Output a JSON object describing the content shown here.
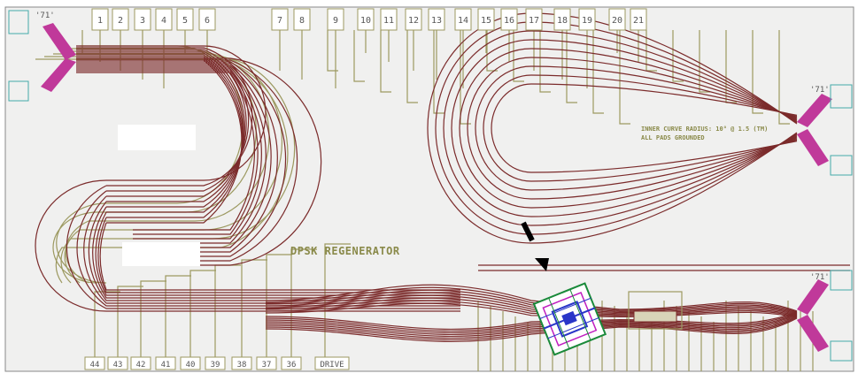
{
  "colors": {
    "background": "#ffffff",
    "chip": "#f0f0ef",
    "waveguide": "#7b2b2b",
    "electrode": "#9c9960",
    "coupler": "#c0399a",
    "pad_fill": "#ffffff",
    "device_green": "#1a8a3a",
    "device_blue": "#2a36c8",
    "device_magenta": "#c020c0",
    "arrow": "#000000"
  },
  "top_pad_labels": [
    "1",
    "2",
    "3",
    "4",
    "5",
    "6",
    "7",
    "8",
    "9",
    "10",
    "11",
    "12",
    "13",
    "14",
    "15",
    "16",
    "17",
    "18",
    "19",
    "20",
    "21"
  ],
  "bottom_pad_labels": [
    "44",
    "43",
    "42",
    "41",
    "40",
    "39",
    "38",
    "37",
    "36",
    "DRIVE"
  ],
  "chip_title": "DPSK REGENERATOR",
  "annotation_lines": [
    "INNER CURVE RADIUS: 10° @ 1.5 (TM)",
    "ALL PADS GROUNDED"
  ],
  "corner_labels": {
    "top_left": "'71'",
    "top_right": "'71'",
    "bottom_right": "'71'"
  },
  "arrow": {
    "direction": "down"
  }
}
